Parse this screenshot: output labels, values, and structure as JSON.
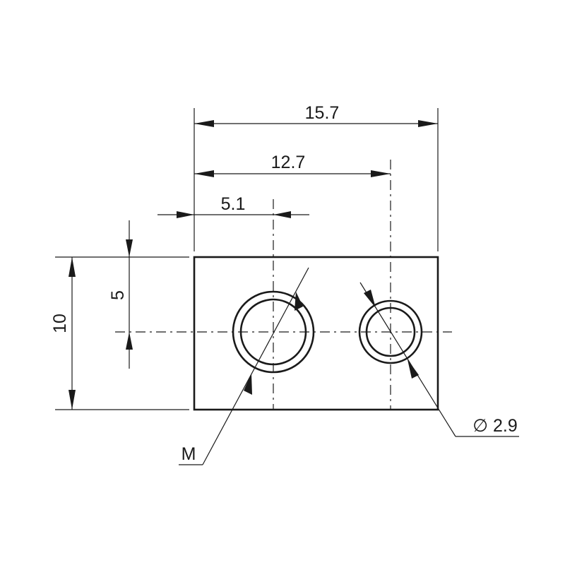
{
  "drawing": {
    "dim_overall_width": "15.7",
    "dim_hole2_offset": "12.7",
    "dim_hole1_offset": "5.1",
    "dim_height": "10",
    "dim_half_height": "5",
    "label_thread": "M",
    "label_diameter": "∅ 2.9"
  }
}
